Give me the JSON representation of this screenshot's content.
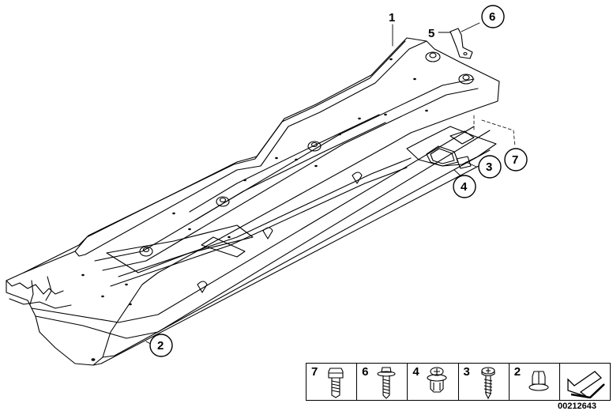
{
  "diagram": {
    "callouts": [
      {
        "id": "1",
        "label": "1"
      },
      {
        "id": "2",
        "label": "2"
      },
      {
        "id": "3",
        "label": "3"
      },
      {
        "id": "4",
        "label": "4"
      },
      {
        "id": "5",
        "label": "5"
      },
      {
        "id": "6",
        "label": "6"
      },
      {
        "id": "7",
        "label": "7"
      }
    ]
  },
  "legend": {
    "items": [
      {
        "number": "7",
        "icon": "hex-bolt-icon"
      },
      {
        "number": "6",
        "icon": "collar-screw-icon"
      },
      {
        "number": "4",
        "icon": "expanding-rivet-icon"
      },
      {
        "number": "3",
        "icon": "tapping-screw-icon"
      },
      {
        "number": "2",
        "icon": "flange-nut-icon"
      },
      {
        "number": "",
        "icon": "direction-arrow-icon"
      }
    ]
  },
  "diagram_id": "00212643"
}
